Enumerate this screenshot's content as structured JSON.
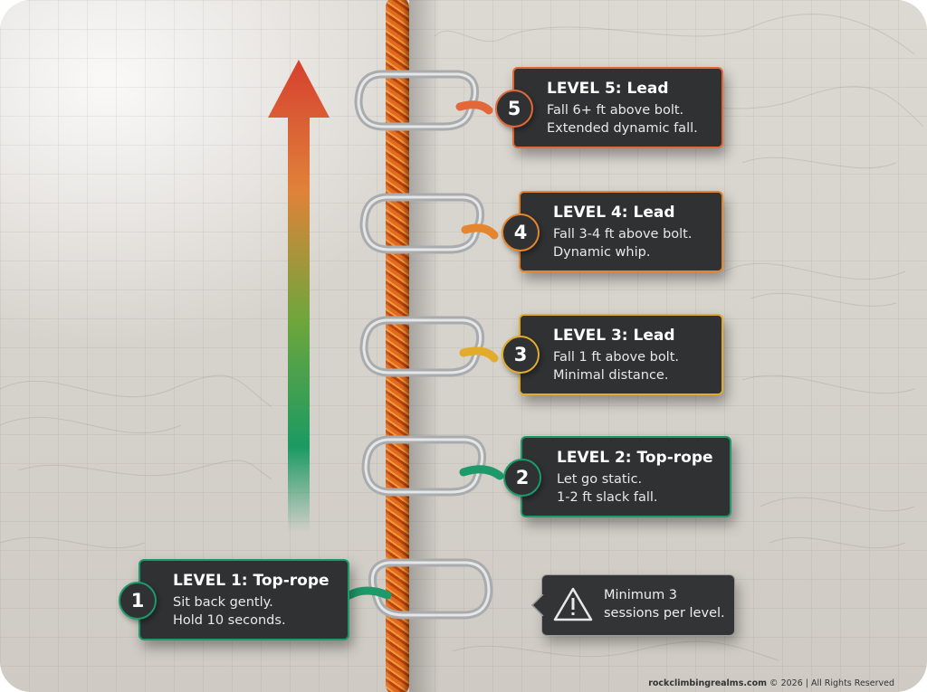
{
  "colors": {
    "level5": "#e2683a",
    "level4": "#e5862f",
    "level3": "#e2ab2c",
    "level2": "#1e9a6a",
    "level1": "#1e9a6a",
    "panel_bg": "#2f3133",
    "rope": "#d25a18"
  },
  "icons": {
    "arrow": "progress-up-arrow-icon",
    "carabiner": "carabiner-icon",
    "warning": "warning-triangle-icon"
  },
  "levels": [
    {
      "number": "5",
      "title": "LEVEL 5: Lead",
      "line1": "Fall 6+ ft above bolt.",
      "line2": "Extended dynamic fall."
    },
    {
      "number": "4",
      "title": "LEVEL 4: Lead",
      "line1": "Fall 3-4 ft above bolt.",
      "line2": "Dynamic whip."
    },
    {
      "number": "3",
      "title": "LEVEL 3: Lead",
      "line1": "Fall 1 ft above bolt.",
      "line2": "Minimal distance."
    },
    {
      "number": "2",
      "title": "LEVEL 2: Top-rope",
      "line1": "Let go static.",
      "line2": "1-2 ft slack fall."
    },
    {
      "number": "1",
      "title": "LEVEL 1: Top-rope",
      "line1": "Sit back gently.",
      "line2": "Hold 10 seconds."
    }
  ],
  "note": {
    "line1": "Minimum 3",
    "line2": "sessions per level."
  },
  "footer": {
    "site": "rockclimbingrealms.com",
    "rest": " © 2026 | All Rights Reserved"
  }
}
